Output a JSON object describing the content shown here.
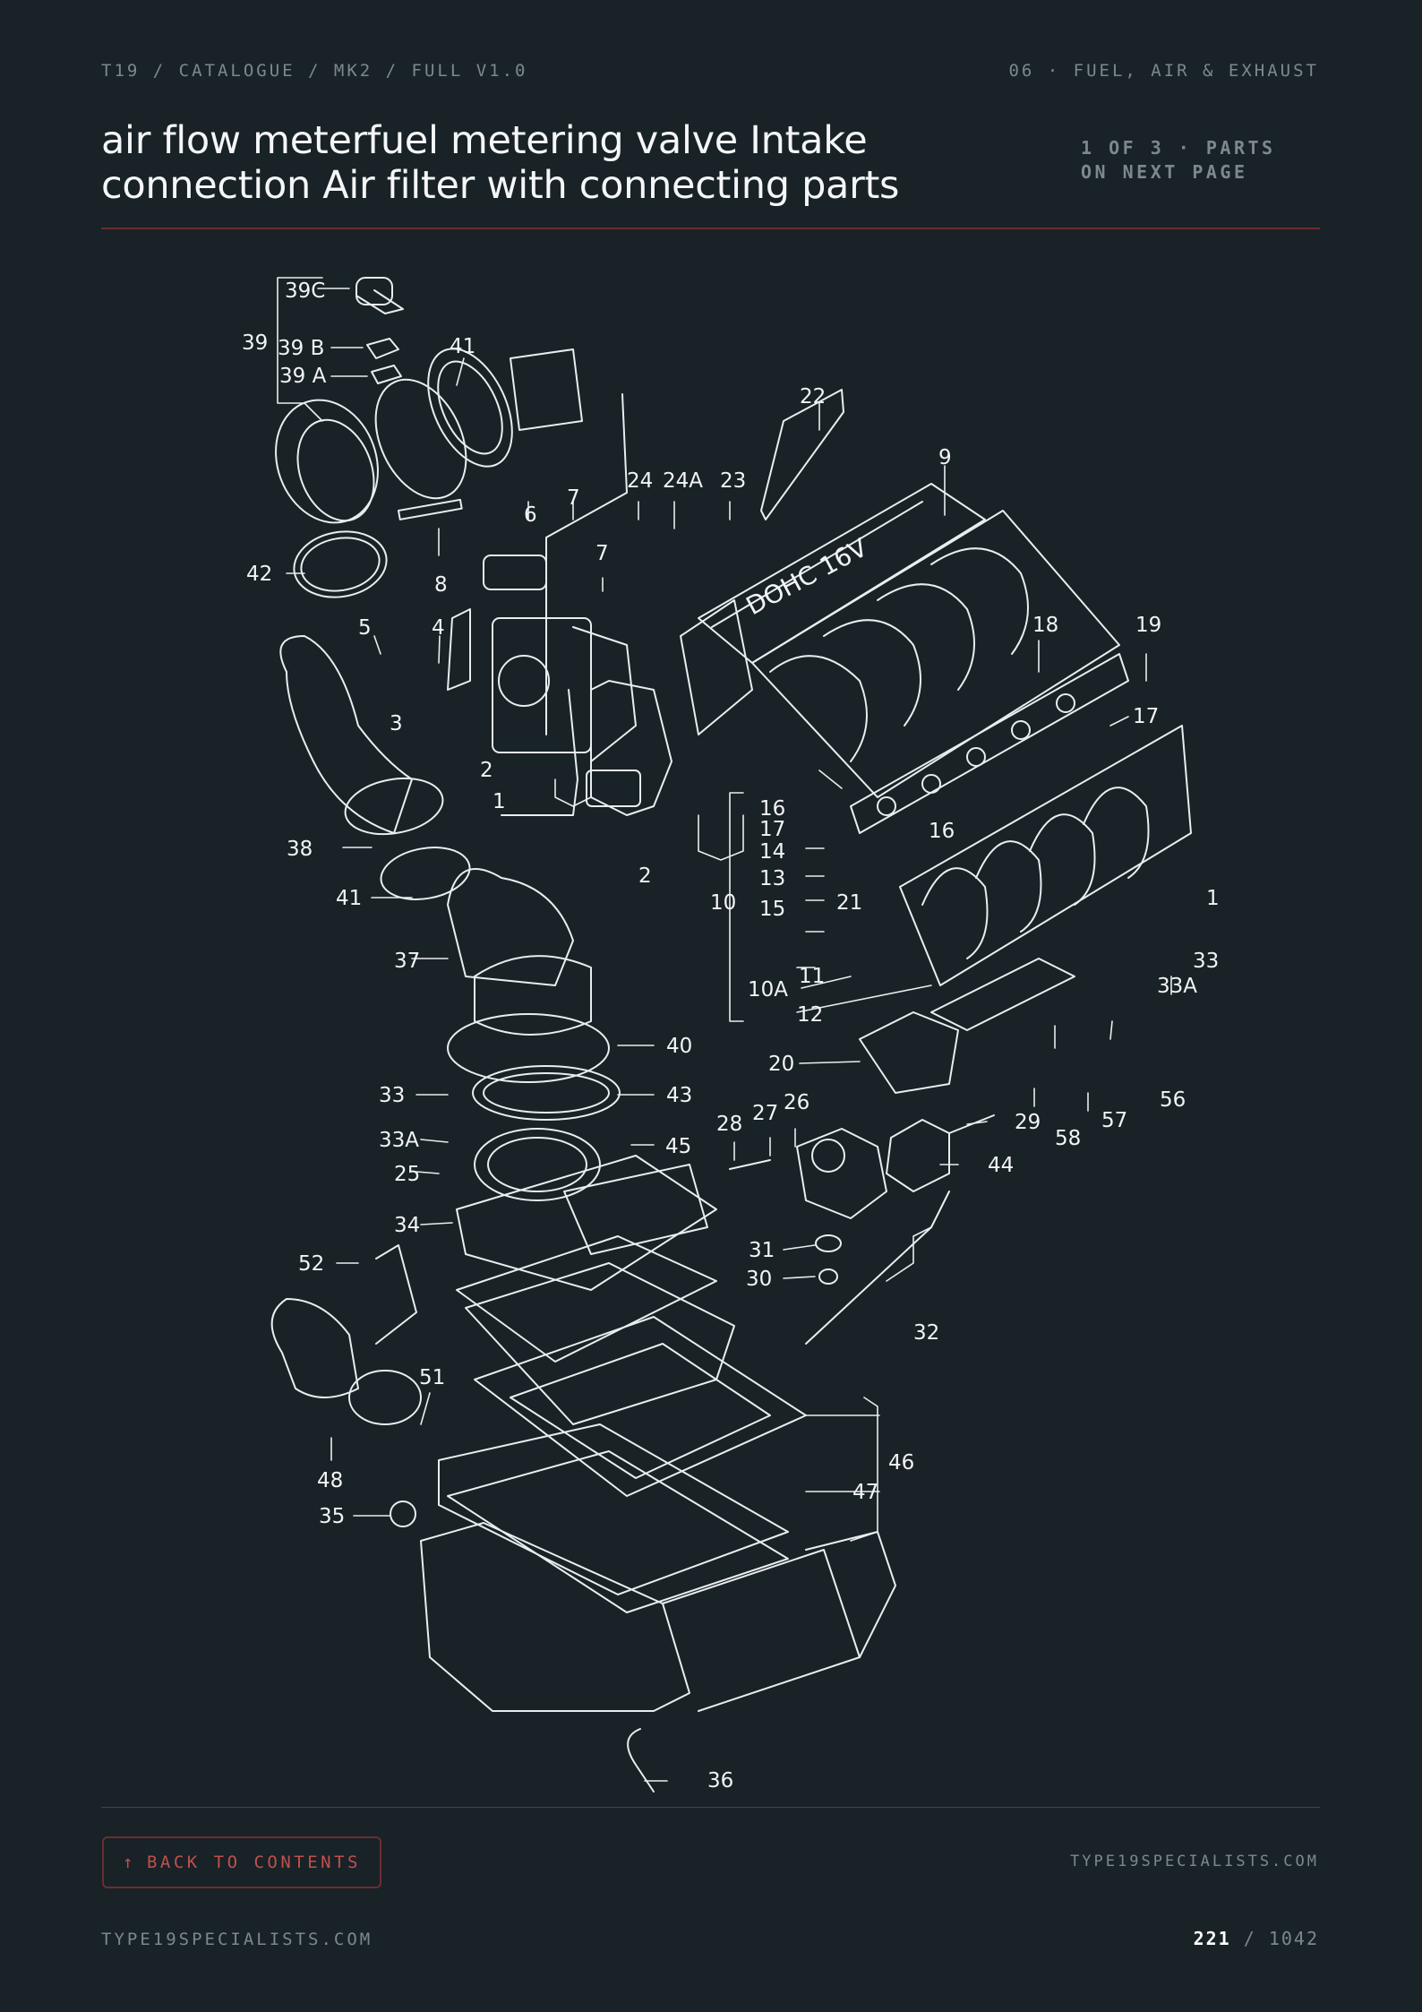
{
  "header": {
    "breadcrumb": "T19 / CATALOGUE / MK2 / FULL V1.0",
    "section": "06 · FUEL, AIR & EXHAUST",
    "title": "air flow meterfuel metering valve Intake connection Air filter with connecting parts",
    "page_note": "1 OF 3 · PARTS ON NEXT PAGE"
  },
  "diagram": {
    "engraving": "DOHC 16V",
    "callouts": [
      "39C",
      "39",
      "39 B",
      "39 A",
      "41",
      "22",
      "9",
      "24",
      "24A",
      "23",
      "6",
      "7",
      "8",
      "42",
      "7",
      "5",
      "4",
      "3",
      "18",
      "19",
      "2",
      "1",
      "17",
      "16",
      "17",
      "14",
      "13",
      "16",
      "15",
      "21",
      "10",
      "11",
      "10A",
      "12",
      "38",
      "41",
      "2",
      "37",
      "1",
      "33",
      "33A",
      "40",
      "43",
      "20",
      "56",
      "57",
      "58",
      "33",
      "33A",
      "25",
      "45",
      "28",
      "27",
      "26",
      "29",
      "44",
      "34",
      "31",
      "30",
      "52",
      "32",
      "51",
      "46",
      "47",
      "48",
      "35",
      "36"
    ]
  },
  "footer": {
    "back_arrow": "↑",
    "back_label": "BACK TO CONTENTS",
    "site_right": "TYPE19SPECIALISTS.COM",
    "site_left": "TYPE19SPECIALISTS.COM",
    "page_current": "221",
    "page_sep": "/",
    "page_total": "1042"
  },
  "colors": {
    "background": "#182227",
    "accent_red": "#c0504d",
    "rule_red": "#6b2c2c",
    "muted": "#7d888d",
    "line_art": "#f2f4f5"
  }
}
